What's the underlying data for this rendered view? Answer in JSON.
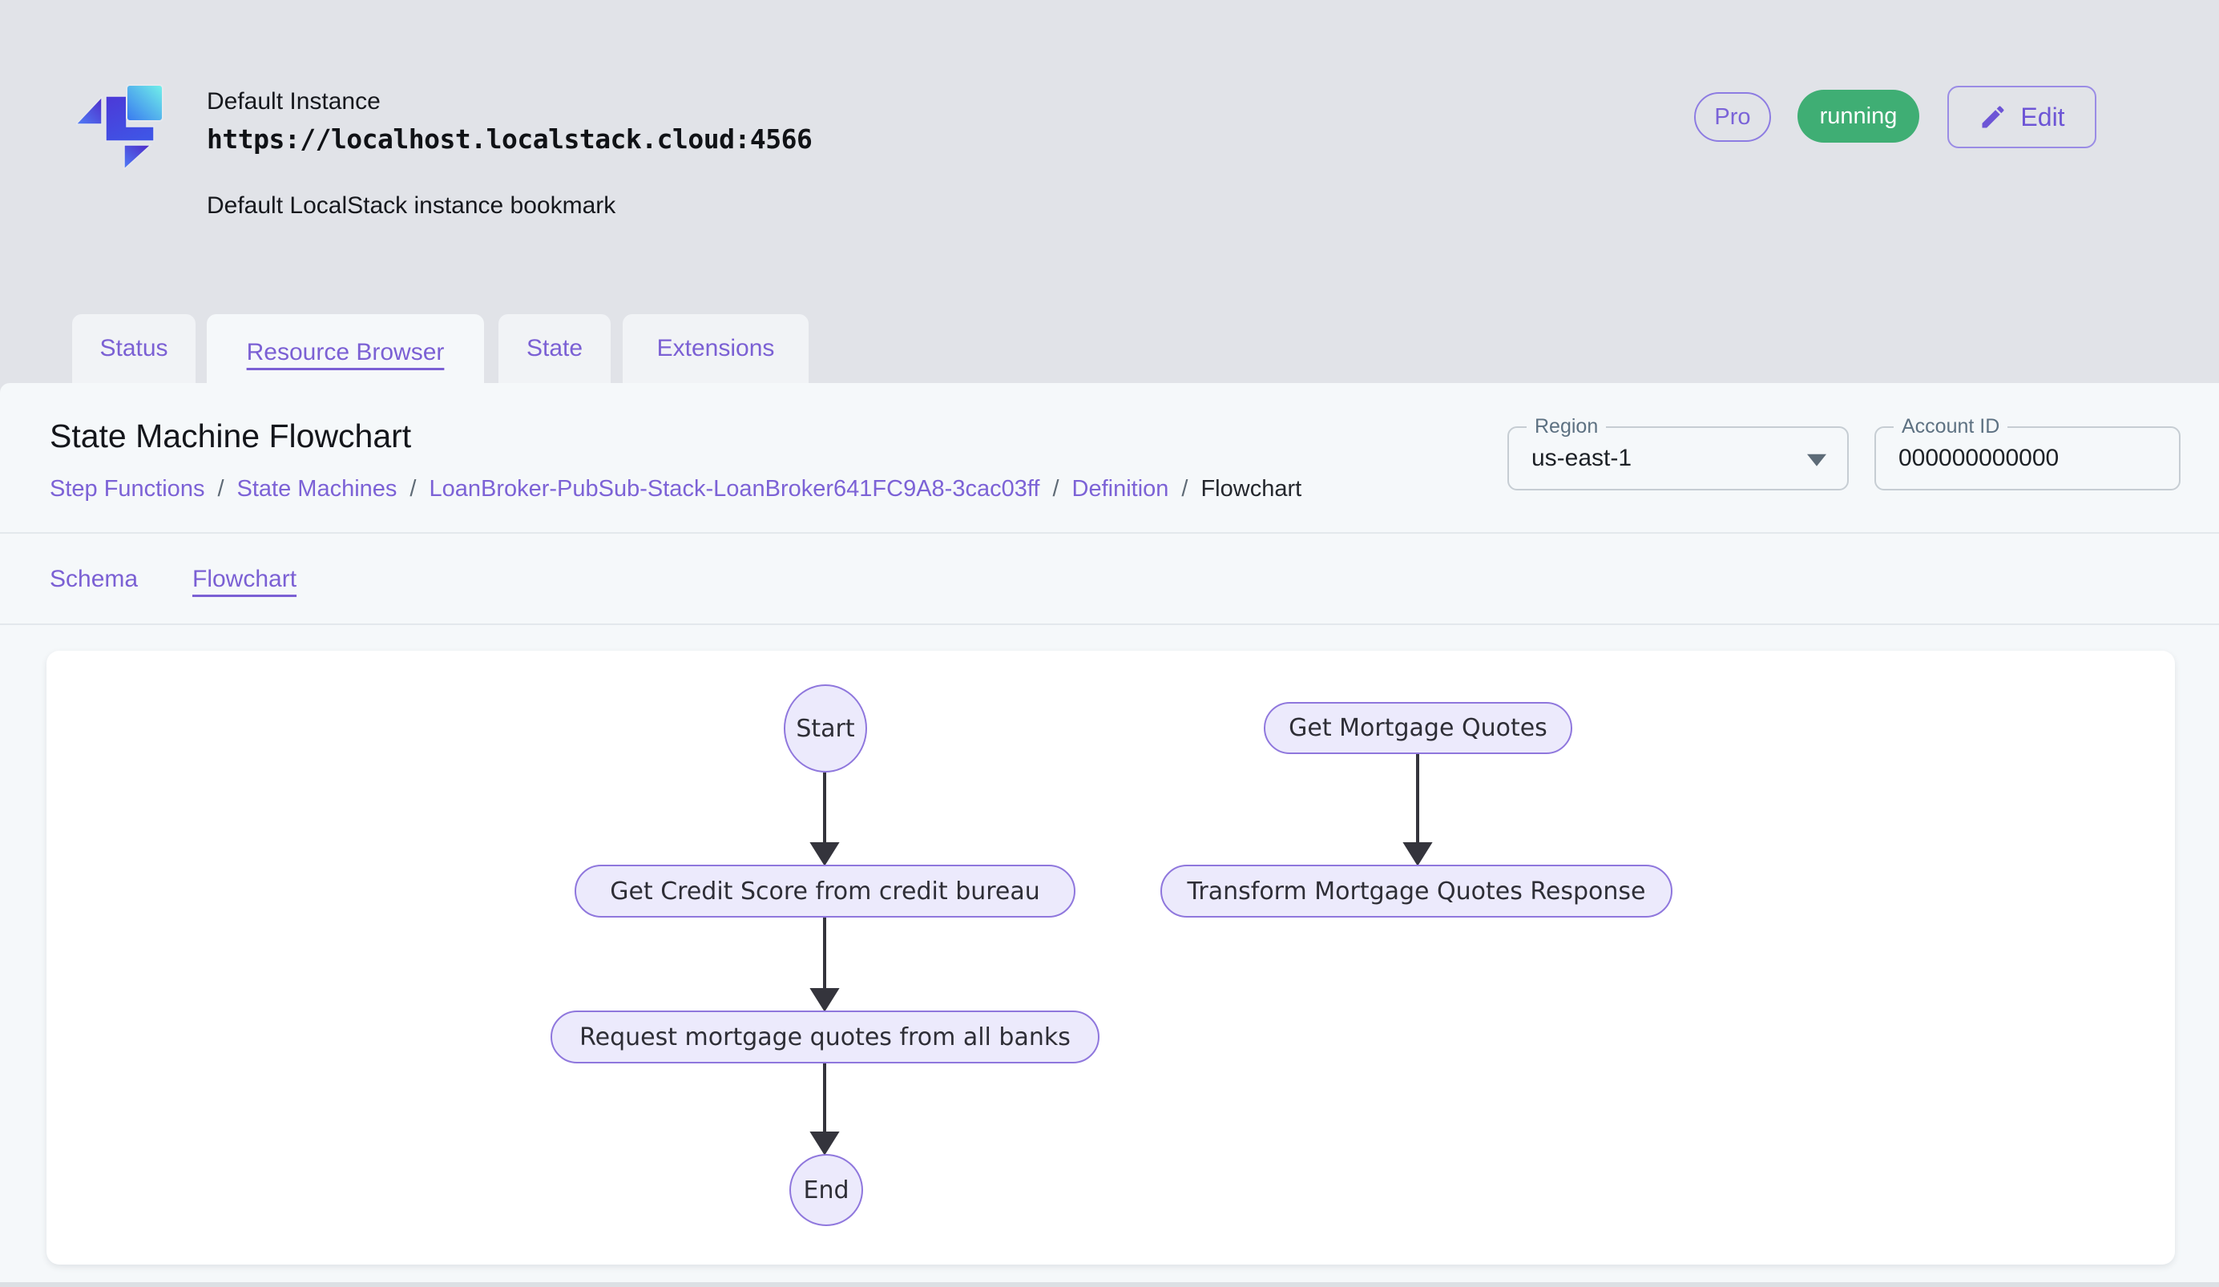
{
  "header": {
    "instance_name": "Default Instance",
    "instance_url": "https://localhost.localstack.cloud:4566",
    "instance_description": "Default LocalStack instance bookmark",
    "pro_badge": "Pro",
    "status_badge": "running",
    "edit_button": "Edit",
    "status_color": "#3FAE74",
    "accent_color": "#7C62D6"
  },
  "tabs": {
    "items": [
      {
        "label": "Status",
        "active": false
      },
      {
        "label": "Resource Browser",
        "active": true
      },
      {
        "label": "State",
        "active": false
      },
      {
        "label": "Extensions",
        "active": false
      }
    ]
  },
  "page": {
    "title": "State Machine Flowchart",
    "breadcrumb": {
      "links": [
        "Step Functions",
        "State Machines",
        "LoanBroker-PubSub-Stack-LoanBroker641FC9A8-3cac03ff",
        "Definition"
      ],
      "separator": "/",
      "current": "Flowchart"
    },
    "region_select": {
      "label": "Region",
      "value": "us-east-1"
    },
    "account_field": {
      "label": "Account ID",
      "value": "000000000000"
    },
    "subtabs": [
      {
        "label": "Schema",
        "active": false
      },
      {
        "label": "Flowchart",
        "active": true
      }
    ]
  },
  "flowchart": {
    "node_fill": "#ECEAFC",
    "node_border": "#8F77DD",
    "edge_color": "#34343C",
    "nodes": {
      "start": "Start",
      "get_credit_score": "Get Credit Score from credit bureau",
      "request_quotes": "Request mortgage quotes from all banks",
      "end": "End",
      "get_mortgage_quotes": "Get Mortgage Quotes",
      "transform_response": "Transform Mortgage Quotes Response"
    },
    "edges": [
      {
        "from": "start",
        "to": "get_credit_score"
      },
      {
        "from": "get_credit_score",
        "to": "request_quotes"
      },
      {
        "from": "request_quotes",
        "to": "end"
      },
      {
        "from": "get_mortgage_quotes",
        "to": "transform_response"
      }
    ]
  }
}
